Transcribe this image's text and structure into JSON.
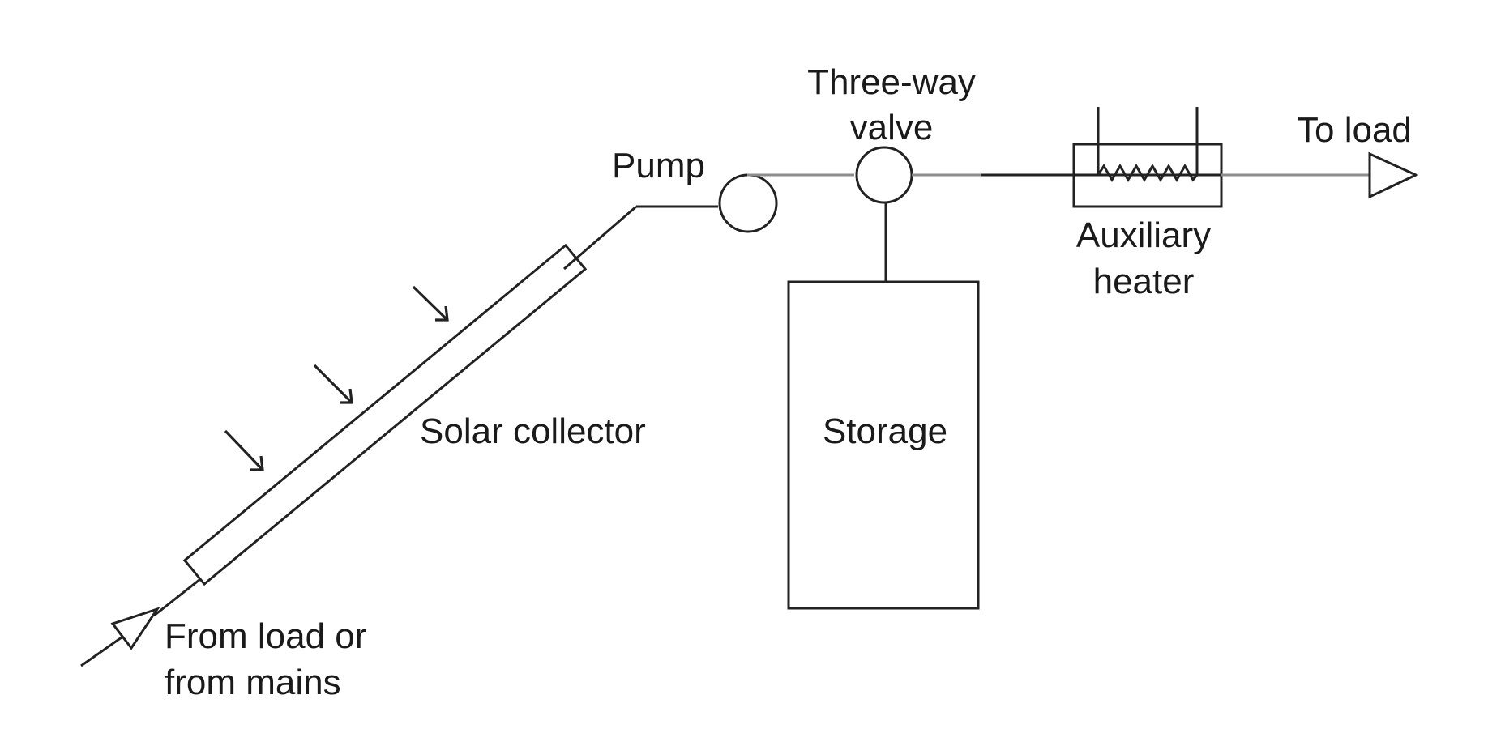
{
  "labels": {
    "three_way_valve_line1": "Three-way",
    "three_way_valve_line2": "valve",
    "pump": "Pump",
    "to_load": "To load",
    "auxiliary_heater_line1": "Auxiliary",
    "auxiliary_heater_line2": "heater",
    "solar_collector": "Solar collector",
    "storage": "Storage",
    "from_load_line1": "From load or",
    "from_load_line2": "from mains"
  }
}
